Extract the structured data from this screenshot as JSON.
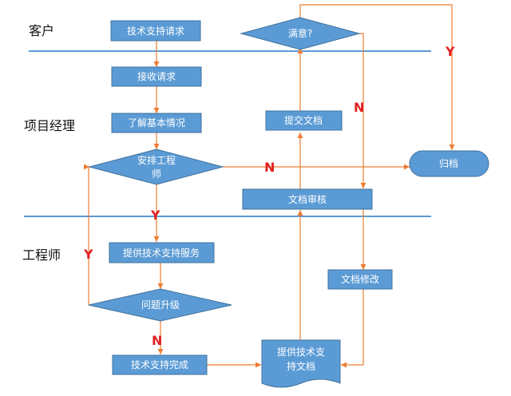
{
  "colors": {
    "node_fill": "#5b9bd5",
    "node_border": "#41719c",
    "arrow": "#ed7d31",
    "lane_line": "#5b9bd5",
    "flag": "#e02020",
    "lane_text": "#111111"
  },
  "lanes": {
    "customer": "客户",
    "project_manager": "项目经理",
    "engineer": "工程师"
  },
  "nodes": {
    "support_request": "技术支持请求",
    "satisfied": "满意?",
    "receive_request": "接收请求",
    "submit_doc": "提交文档",
    "understand_basics": "了解基本情况",
    "assign_engineer_1": "安排工程",
    "assign_engineer_2": "师",
    "archive": "归档",
    "doc_review": "文档审核",
    "provide_service": "提供技术支持服务",
    "doc_revise": "文档修改",
    "escalate": "问题升级",
    "support_done": "技术支持完成",
    "provide_doc_1": "提供技术支",
    "provide_doc_2": "持文档"
  },
  "flags": {
    "yes_satisfied": "Y",
    "no_satisfied": "N",
    "no_assign": "N",
    "yes_assign": "Y",
    "yes_escalate": "Y",
    "no_escalate": "N"
  }
}
